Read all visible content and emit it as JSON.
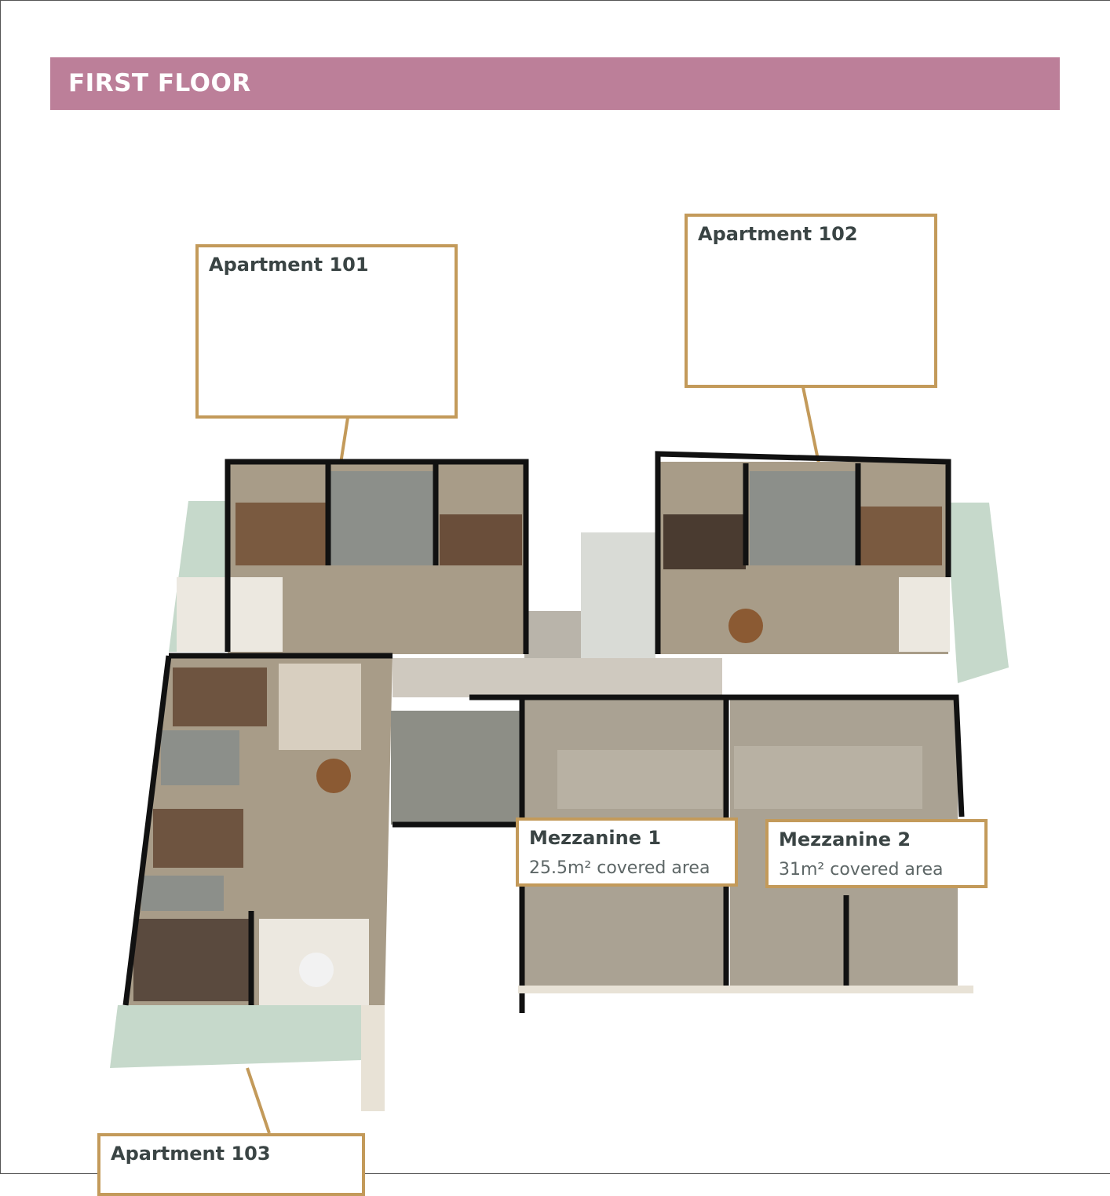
{
  "header": {
    "title": "FIRST FLOOR"
  },
  "labels": {
    "apartment_101": {
      "title": "Apartment 101"
    },
    "apartment_102": {
      "title": "Apartment 102"
    },
    "apartment_103": {
      "title": "Apartment 103"
    },
    "mezzanine_1": {
      "title": "Mezzanine 1",
      "area": "25.5m² covered area"
    },
    "mezzanine_2": {
      "title": "Mezzanine 2",
      "area": "31m² covered area"
    }
  },
  "colors": {
    "header": "#bc7f99",
    "label_border": "#c39a5a",
    "wall": "#111111",
    "floor": "#a89c88",
    "terrace": "#b9cfc0"
  }
}
